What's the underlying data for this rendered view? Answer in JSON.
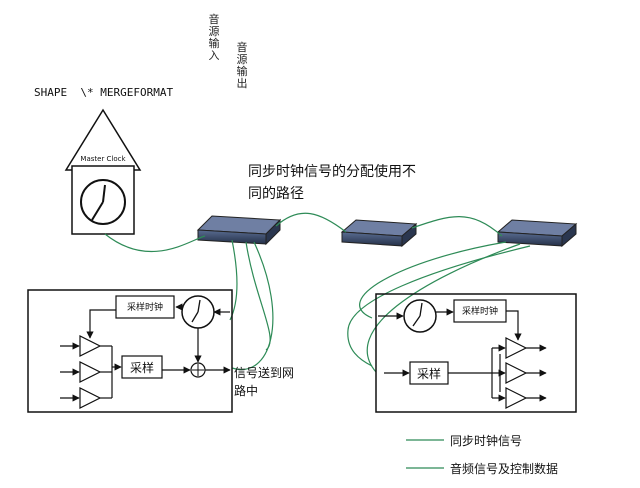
{
  "labels": {
    "audio_input": "音源输入",
    "audio_output": "音源输出",
    "shape_code": "SHAPE  \\* MERGEFORMAT",
    "master_clock": "Master Clock",
    "title_line1": "同步时钟信号的分配使用不",
    "title_line2": "同的路径",
    "sample_clock": "采样时钟",
    "sample": "采样",
    "to_network_line1": "信号送到网",
    "to_network_line2": "路中",
    "legend_sync": "同步时钟信号",
    "legend_audio": "音频信号及控制数据"
  },
  "colors": {
    "sync_line": "#2e8b57",
    "audio_line": "#2e8b57",
    "ink": "#111111",
    "switch": "#3a4a68"
  },
  "icons": [
    "house-clock-icon",
    "network-switch-icon",
    "clock-icon",
    "amplifier-icon",
    "summing-node-icon"
  ]
}
